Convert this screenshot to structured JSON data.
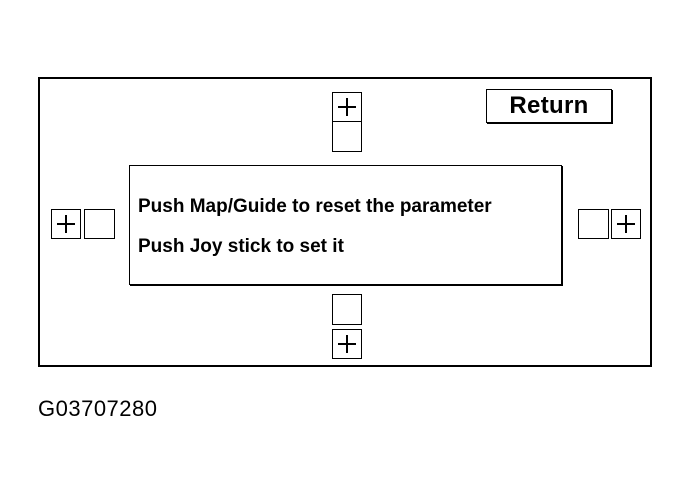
{
  "screen": {
    "return_label": "Return",
    "messages": [
      "Push Map/Guide to reset the parameter",
      "Push Joy stick to set it"
    ]
  },
  "adjusters": {
    "up": {
      "icon": "plus-icon"
    },
    "down": {
      "icon": "plus-icon"
    },
    "left": {
      "icon": "plus-icon"
    },
    "right": {
      "icon": "plus-icon"
    }
  },
  "figure_code": "G03707280"
}
